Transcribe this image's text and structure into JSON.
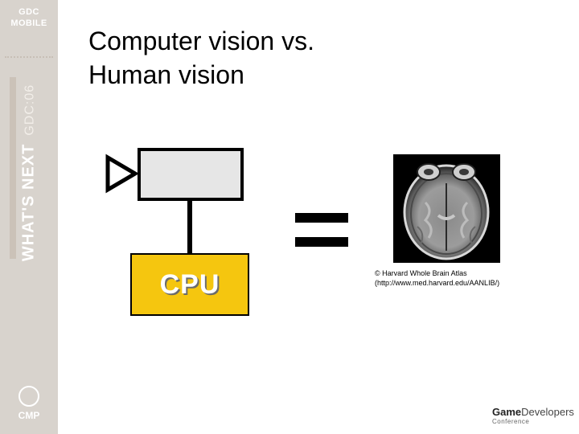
{
  "banner": {
    "logo_line1": "GDC",
    "logo_line2": "MOBILE",
    "vertical_text": "WHAT'S NEXT",
    "vertical_gdc": "GDC:06",
    "cmp_label": "CMP"
  },
  "title": {
    "line1": "Computer vision vs.",
    "line2": "Human vision"
  },
  "diagram": {
    "cpu_label": "CPU",
    "colors": {
      "cpu_fill": "#f5c60f",
      "camera_fill": "#e6e6e6"
    }
  },
  "caption": {
    "line1": "© Harvard Whole Brain Atlas",
    "line2": "(http://www.med.harvard.edu/AANLIB/)"
  },
  "footer": {
    "logo_main_game": "Game",
    "logo_main_dev": "Developers",
    "logo_sub": "Conference"
  }
}
